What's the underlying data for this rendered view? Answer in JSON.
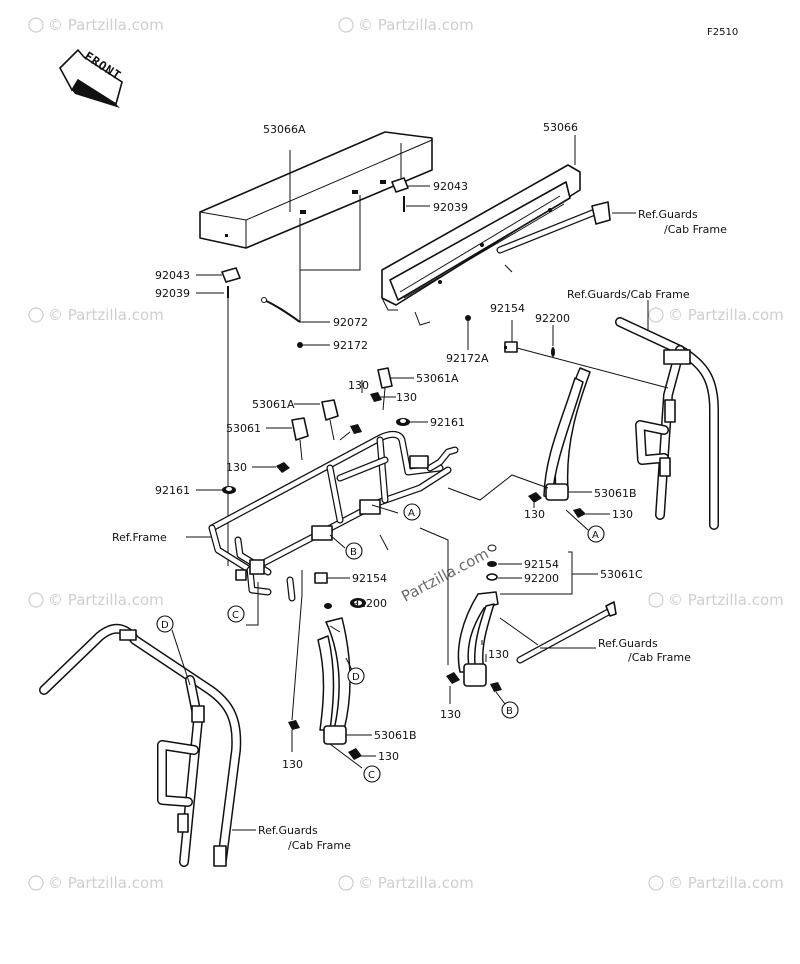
{
  "figure_code": "F2510",
  "front_label": "FRONT",
  "watermark": "© Partzilla.com",
  "center_watermark": "Partzilla.com",
  "parts": {
    "p53066A": "53066A",
    "p53066": "53066",
    "p92043_top": "92043",
    "p92039_top": "92039",
    "p92043_left": "92043",
    "p92039_left": "92039",
    "p92072": "92072",
    "p92172": "92172",
    "p92172A": "92172A",
    "p92154_upper": "92154",
    "p92200_upper": "92200",
    "p53061A_upper": "53061A",
    "p130_upper": "130",
    "p53061A_left": "53061A",
    "p53061_left": "53061",
    "p92161_right": "92161",
    "p130_left": "130",
    "p92161_left": "92161",
    "p53061B_right": "53061B",
    "p130_r1": "130",
    "p130_r2": "130",
    "p92154_lower": "92154",
    "p92200_lower": "92200",
    "p92154_mid": "92154",
    "p92200_mid": "92200",
    "p53061C": "53061C",
    "p130_mid": "130",
    "p53061B_lower": "53061B",
    "p130_low1": "130",
    "p130_low2": "130"
  },
  "refs": {
    "guards_top": "Ref.Guards",
    "guards_top_2": "/Cab Frame",
    "guards_cab_right": "Ref.Guards/Cab Frame",
    "frame": "Ref.Frame",
    "guards_mid": "Ref.Guards",
    "guards_mid_2": "/Cab Frame",
    "guards_bottom": "Ref.Guards",
    "guards_bottom_2": "/Cab Frame"
  },
  "callouts": {
    "A1": "A",
    "A2": "A",
    "B1": "B",
    "B2": "B",
    "C1": "C",
    "C2": "C",
    "D1": "D",
    "D2": "D"
  }
}
